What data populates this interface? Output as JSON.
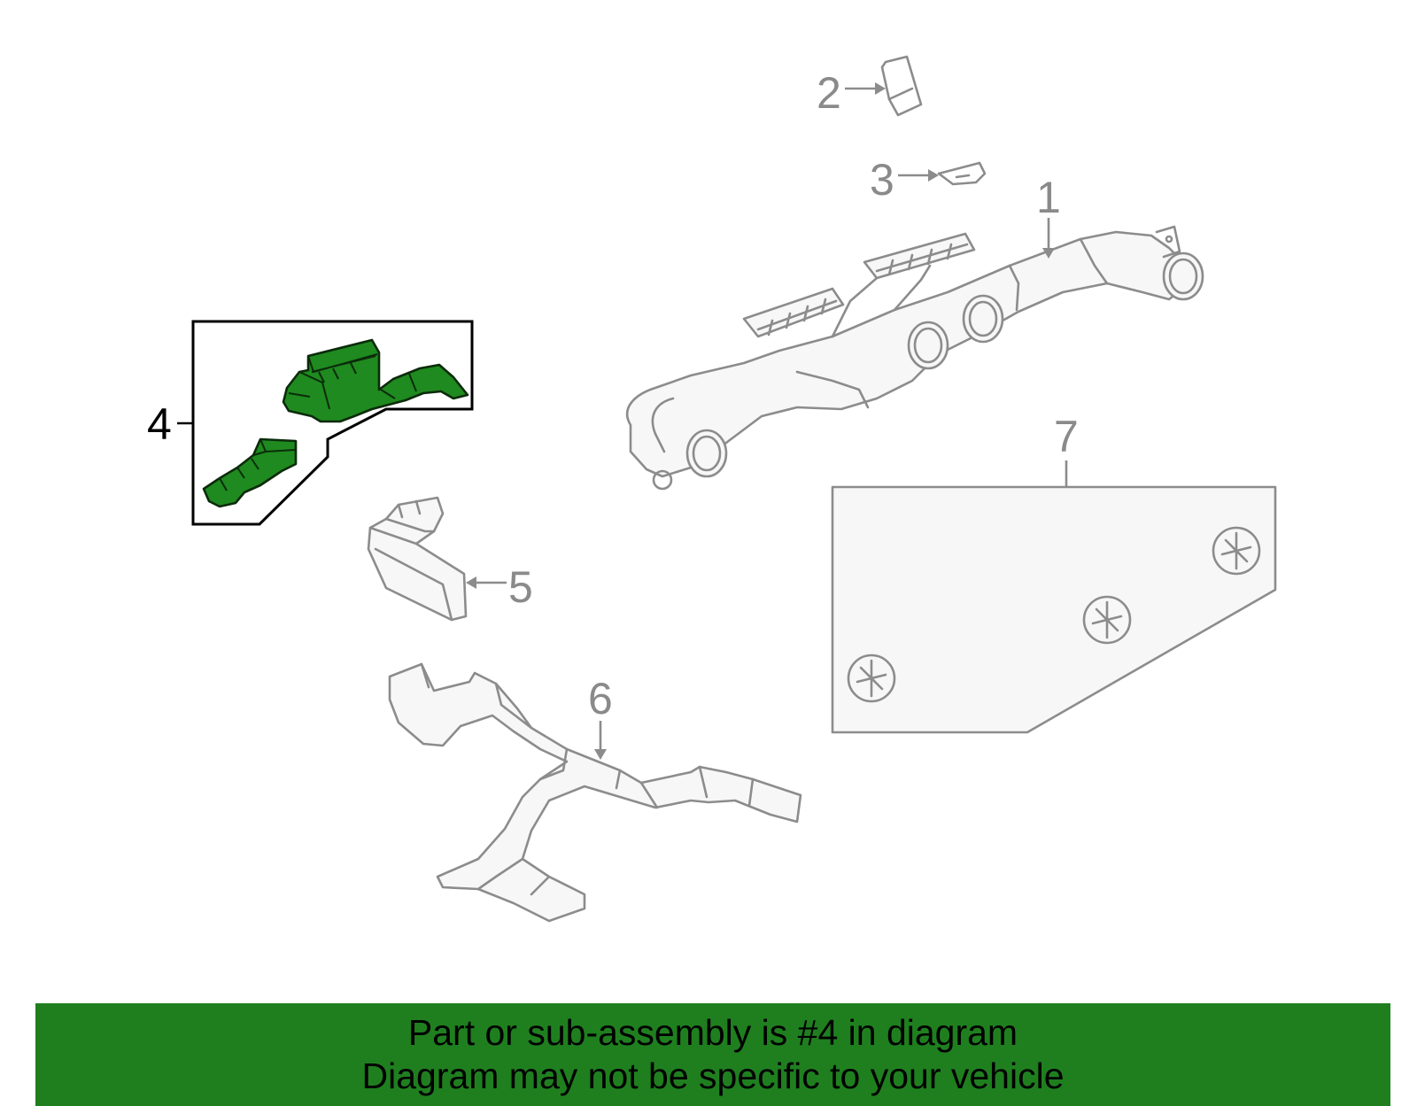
{
  "callouts": {
    "c1": "1",
    "c2": "2",
    "c3": "3",
    "c4": "4",
    "c5": "5",
    "c6": "6",
    "c7": "7"
  },
  "highlighted_part": "4",
  "colors": {
    "highlight_fill": "#1f8a1f",
    "banner": "#1f7f1f",
    "line_art": "#8c8c8c"
  },
  "banner": {
    "line1": "Part or sub-assembly is #4 in diagram",
    "line2": "Diagram may not be specific to your vehicle"
  }
}
